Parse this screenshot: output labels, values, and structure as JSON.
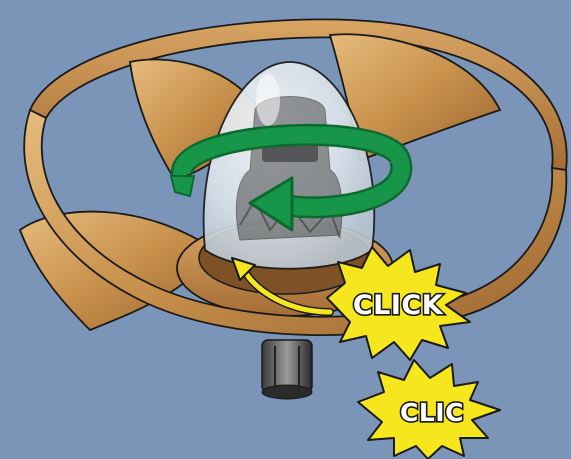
{
  "illustration": {
    "subject": "propeller-fan-assembly",
    "colors": {
      "background": "#7b95b8",
      "wood": "#c8914c",
      "wood_dark": "#8c5a26",
      "wood_light": "#e2b778",
      "dome": "#dfe6ec",
      "arrow_green": "#17964a",
      "arrow_green_dark": "#0c6a30",
      "burst_yellow": "#f5e61d",
      "outline": "#1a1a1a"
    },
    "rotation_arrow_icon": "rotate-arrow-icon",
    "pointer_arrow_icon": "curved-yellow-arrow-icon"
  },
  "labels": {
    "click_en": "CLICK",
    "click_fr": "CLIC"
  }
}
